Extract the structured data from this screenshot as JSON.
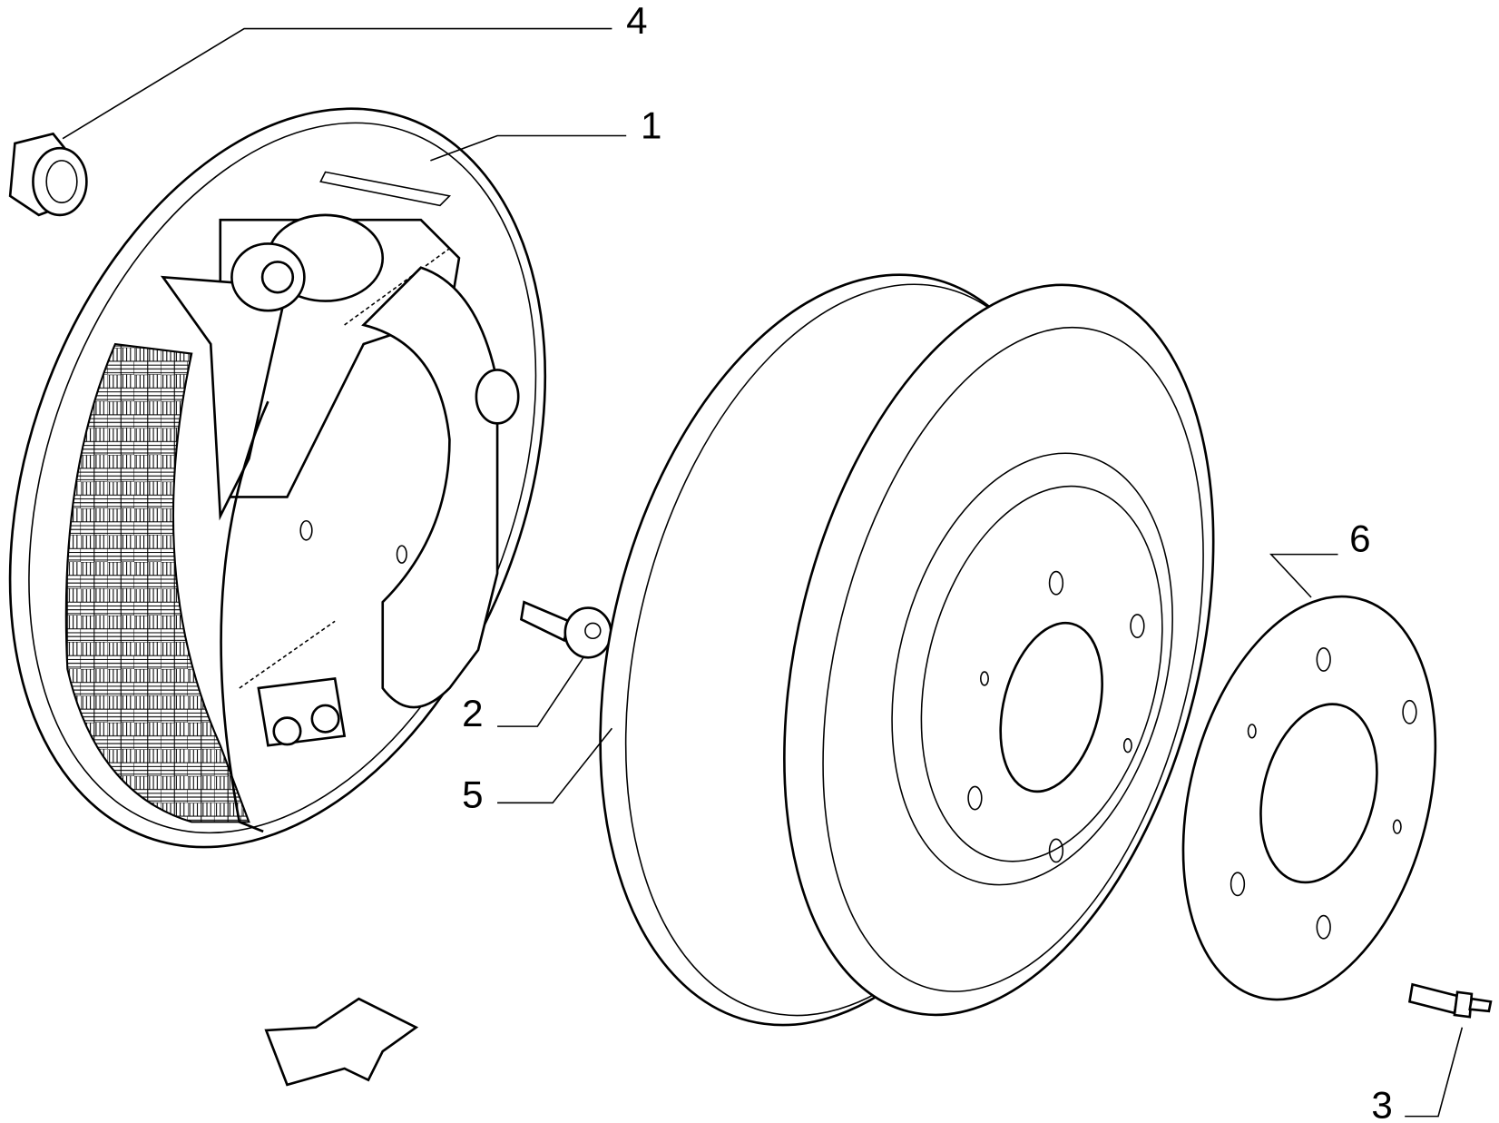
{
  "callouts": [
    {
      "number": "1",
      "part": "brake-backing-plate-assembly"
    },
    {
      "number": "2",
      "part": "screw"
    },
    {
      "number": "3",
      "part": "stud-bolt"
    },
    {
      "number": "4",
      "part": "plug"
    },
    {
      "number": "5",
      "part": "brake-drum"
    },
    {
      "number": "6",
      "part": "spacer-disc"
    }
  ]
}
